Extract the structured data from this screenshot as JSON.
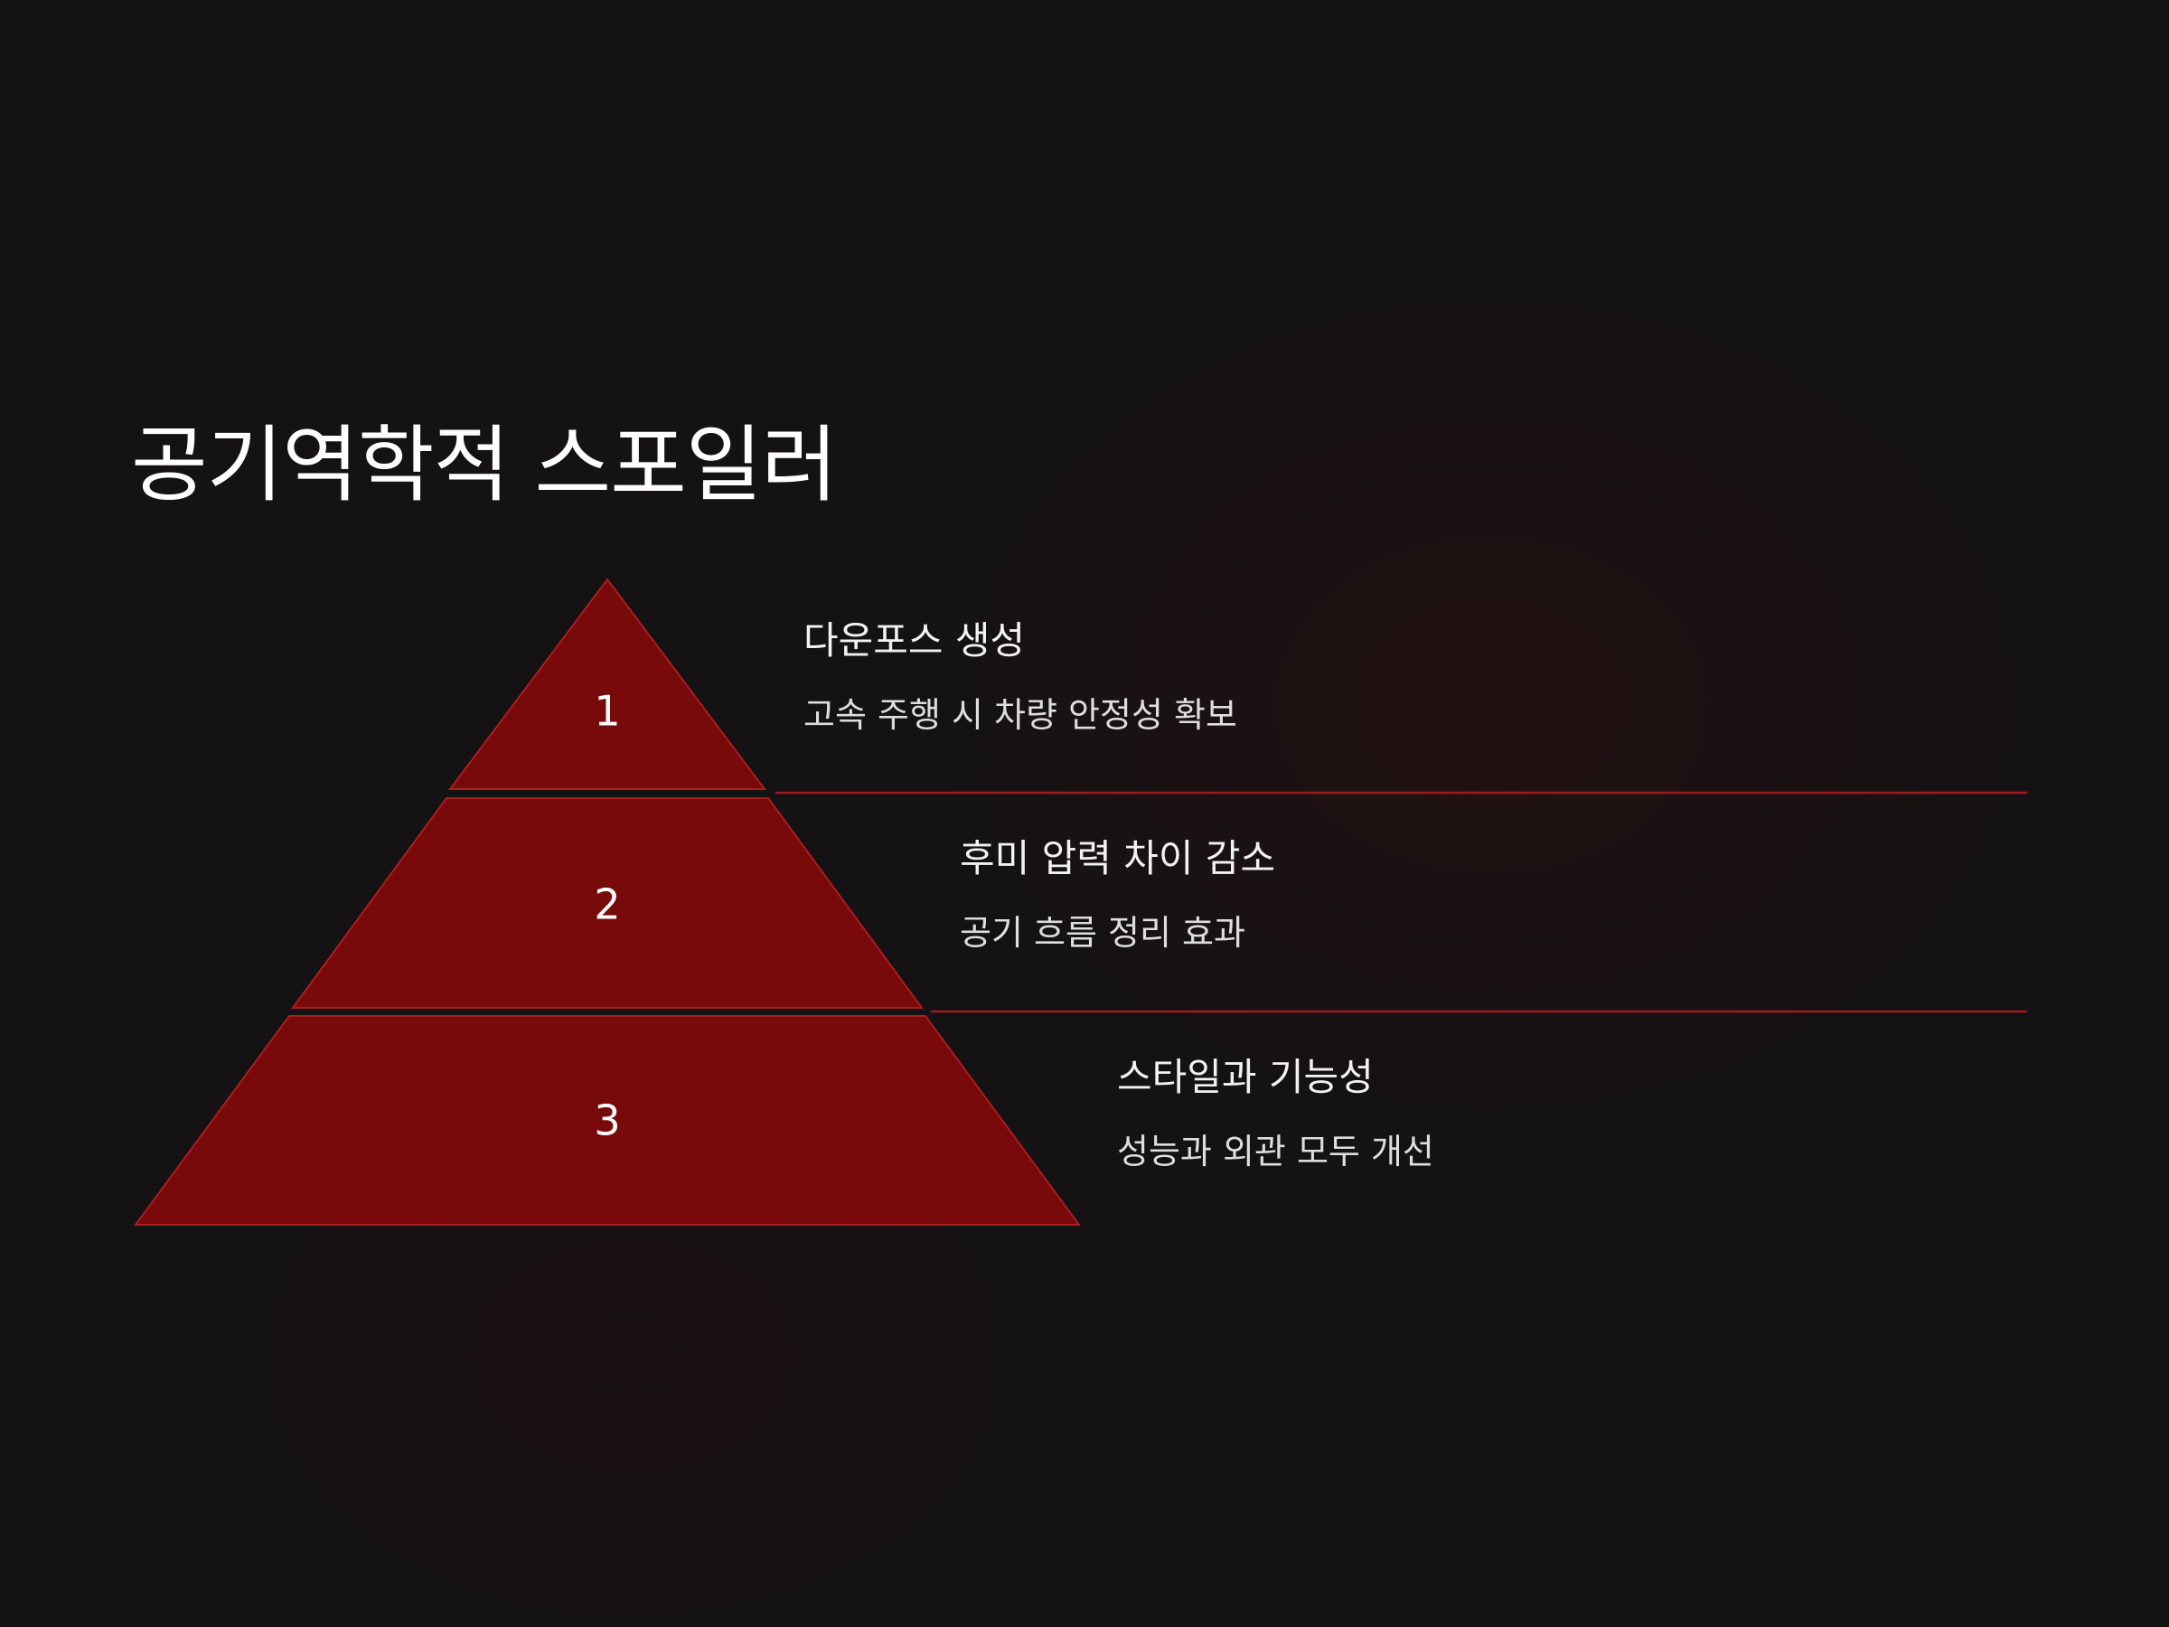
{
  "slide": {
    "title": "공기역학적 스포일러",
    "colors": {
      "background": "#141213",
      "tier_fill": "#790a0c",
      "tier_stroke": "#a81e22",
      "divider": "#9b1d22",
      "text": "#ffffff"
    }
  },
  "tiers": [
    {
      "number": "1",
      "heading": "다운포스 생성",
      "description": "고속 주행 시 차량 안정성 확보"
    },
    {
      "number": "2",
      "heading": "후미 압력 차이 감소",
      "description": "공기 흐름 정리 효과"
    },
    {
      "number": "3",
      "heading": "스타일과 기능성",
      "description": "성능과 외관 모두 개선"
    }
  ]
}
